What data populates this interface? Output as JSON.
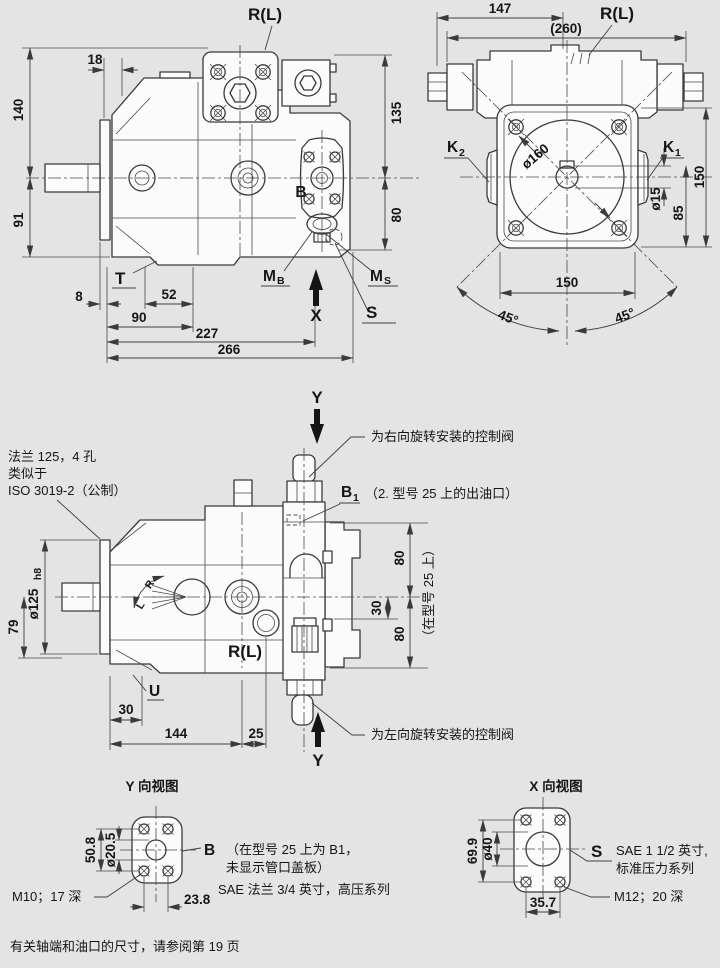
{
  "meta": {
    "bg_color": "#e4e4e4",
    "line_color": "#3a3a3a",
    "text_color": "#151515"
  },
  "side_view": {
    "label_rl": "R(L)",
    "dim_18": "18",
    "dim_140": "140",
    "dim_91": "91",
    "dim_135": "135",
    "dim_80": "80",
    "label_b": "B",
    "label_t": "T",
    "label_mb": "M",
    "label_mb_sub": "B",
    "label_ms": "M",
    "label_ms_sub": "S",
    "label_x": "X",
    "label_s": "S",
    "dim_8": "8",
    "dim_52": "52",
    "dim_90": "90",
    "dim_227": "227",
    "dim_266": "266"
  },
  "rear_view": {
    "dim_147": "147",
    "dim_260": "(260)",
    "label_rl": "R(L)",
    "label_k2": "K",
    "label_k2_sub": "2",
    "label_k1": "K",
    "label_k1_sub": "1",
    "dim_d160": "ø160",
    "dim_d15": "ø15",
    "dim_150_right": "150",
    "dim_85": "85",
    "dim_150_bottom": "150",
    "dim_45_left": "45°",
    "dim_45_right": "45°"
  },
  "mid_view": {
    "label_y_top": "Y",
    "label_y_bottom": "Y",
    "callout_right": "为右向旋转安装的控制阀",
    "callout_left": "为左向旋转安装的控制阀",
    "flange_note_1": "法兰 125，4 孔",
    "flange_note_2": "类似于",
    "flange_note_3": "ISO 3019-2（公制）",
    "label_b1": "B",
    "label_b1_sub": "1",
    "note_b1": "（2. 型号 25 上的出油口）",
    "dim_d125": "ø125",
    "dim_d125_sub": "h8",
    "dim_79": "79",
    "dim_80_top": "80",
    "dim_30_right": "30",
    "dim_80_bottom": "80",
    "note_on_25": "（在型号 25 上）",
    "dir_l": "L",
    "dir_r": "R",
    "label_rl": "R(L)",
    "label_u": "U",
    "dim_30": "30",
    "dim_144": "144",
    "dim_25": "25"
  },
  "y_view": {
    "title": "Y 向视图",
    "dim_50_8": "50.8",
    "dim_d20_5": "ø20.5",
    "dim_23_8": "23.8",
    "note_m10": "M10；17 深",
    "label_b": "B",
    "note_b_1": "（在型号 25 上为 B1，",
    "note_b_2": "未显示管口盖板）",
    "note_sae": "SAE 法兰 3/4 英寸，高压系列"
  },
  "x_view": {
    "title": "X 向视图",
    "dim_69_9": "69.9",
    "dim_d40": "ø40",
    "dim_35_7": "35.7",
    "label_s": "S",
    "note_sae_1": "SAE 1 1/2 英寸,",
    "note_sae_2": "标准压力系列",
    "note_m12": "M12；20 深"
  },
  "footer": {
    "note": "有关轴端和油口的尺寸，请参阅第 19 页"
  }
}
